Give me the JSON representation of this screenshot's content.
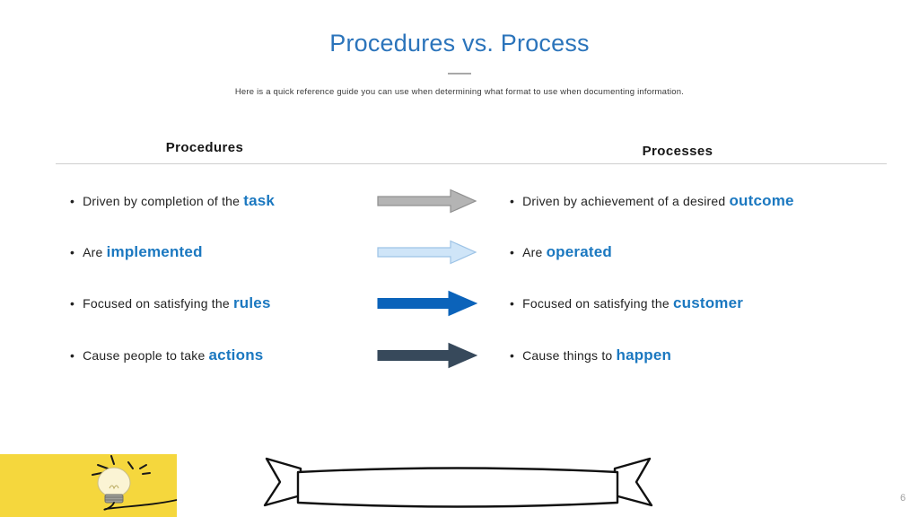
{
  "slide": {
    "title": "Procedures vs. Process",
    "subtitle": "Here is a quick reference guide you can use when determining what format to use when documenting information.",
    "page_number": "6",
    "bullet_char": "•"
  },
  "columns": {
    "left": {
      "header": "Procedures",
      "items": [
        {
          "pre": "Driven by completion of the ",
          "keyword": "task"
        },
        {
          "pre": "Are ",
          "keyword": "implemented"
        },
        {
          "pre": "Focused on satisfying the ",
          "keyword": "rules"
        },
        {
          "pre": "Cause people to take ",
          "keyword": "actions"
        }
      ]
    },
    "right": {
      "header": "Processes",
      "items": [
        {
          "pre": "Driven by achievement of a desired ",
          "keyword": "outcome"
        },
        {
          "pre": "Are ",
          "keyword": "operated"
        },
        {
          "pre": "Focused on satisfying the ",
          "keyword": "customer"
        },
        {
          "pre": "Cause things to ",
          "keyword": "happen"
        }
      ]
    }
  },
  "arrows": [
    {
      "name": "gray-arrow",
      "fill": "#b4b4b4",
      "stroke": "#909090"
    },
    {
      "name": "light-blue-arrow",
      "fill": "#cfe5f8",
      "stroke": "#9dc3e6"
    },
    {
      "name": "blue-arrow",
      "fill": "#0b63ba",
      "stroke": "#0b63ba"
    },
    {
      "name": "dark-slate-arrow",
      "fill": "#37495b",
      "stroke": "#37495b"
    }
  ],
  "colors": {
    "title_blue": "#2b74bb",
    "keyword_blue": "#1b78c0",
    "accent_yellow": "#f5d73d"
  }
}
